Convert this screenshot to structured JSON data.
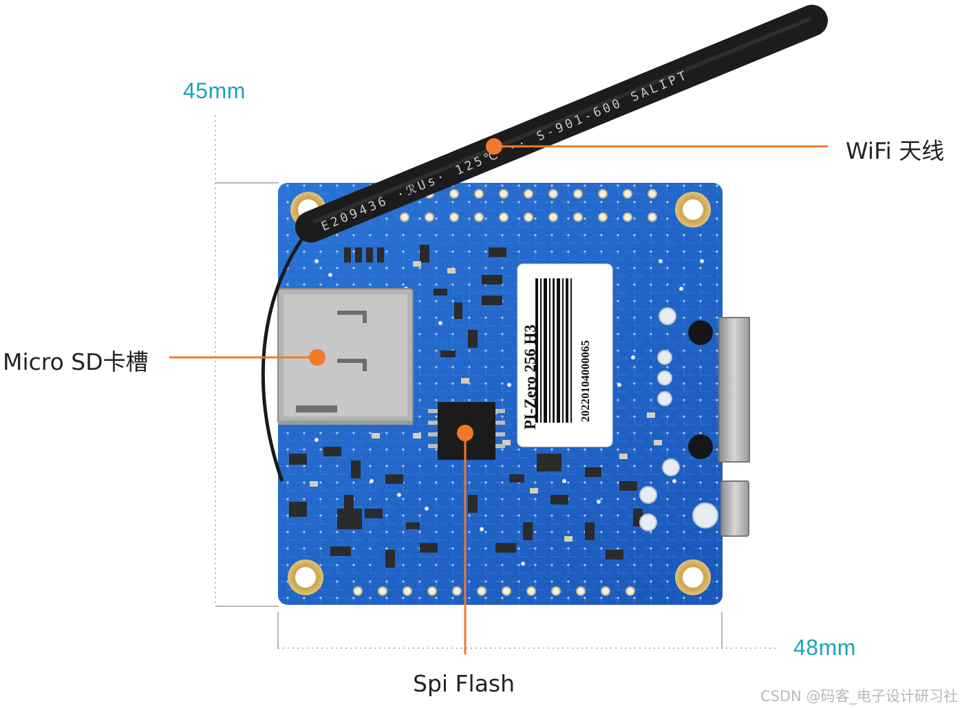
{
  "dimensions": {
    "height_label": "45mm",
    "width_label": "48mm"
  },
  "callouts": {
    "wifi": "WiFi 天线",
    "sd": "Micro SD卡槽",
    "flash": "Spi Flash"
  },
  "board_label": {
    "model": "PI-Zero 256 H3",
    "serial": "20220104000065"
  },
  "antenna_print": {
    "text": "E209436 ·ℛUs· 125℃ ·· S-901-600 SALIPT"
  },
  "watermark": "CSDN @码客_电子设计研习社",
  "colors": {
    "accent": "#1aa3b8",
    "callout": "#f07a2a",
    "pcb": "#1e63c8",
    "pcb_edge": "#f0f4fa"
  }
}
